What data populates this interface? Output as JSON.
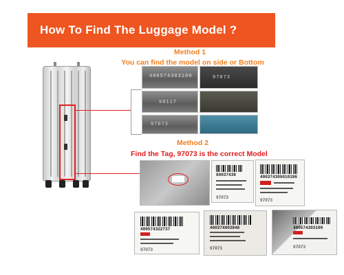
{
  "banner": {
    "title": "How To Find The Luggage Model ?"
  },
  "method1": {
    "heading": "Method 1",
    "subtitle": "You can find the model on side or  Bottom",
    "engraved": [
      "400574303100",
      "97073",
      "98117",
      "97073"
    ]
  },
  "method2": {
    "heading": "Method 2",
    "subtitle": "Find the Tag, 97073 is the correct Model",
    "tags": [
      {
        "barcode": "400374305010196",
        "model": "97073"
      },
      {
        "barcode": "400574322737",
        "model": "97073"
      },
      {
        "barcode": "400374003948",
        "model": "97073"
      },
      {
        "barcode": "400574303100",
        "model": "97073"
      },
      {
        "barcode": "60037439",
        "model": "97073"
      }
    ]
  },
  "colors": {
    "banner": "#ee5520",
    "method": "#f28020",
    "highlight": "#e01c1c"
  }
}
